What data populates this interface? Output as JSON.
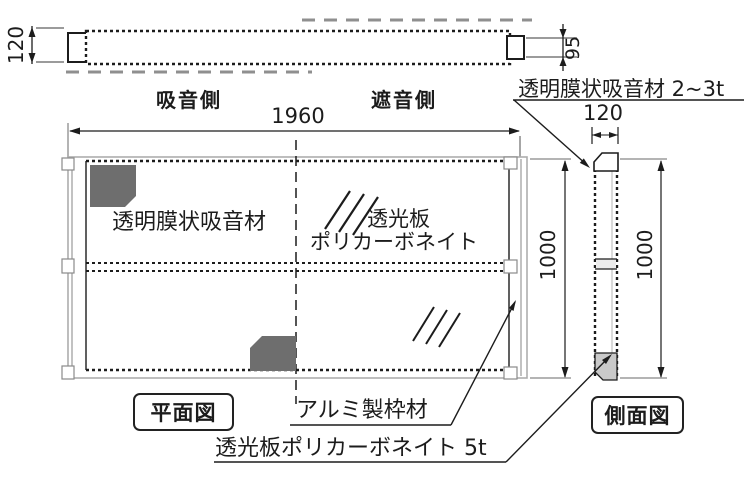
{
  "top_view": {
    "dim_left": "120",
    "dim_right": "95",
    "label_absorb_side": "吸音側",
    "label_insulate_side": "遮音側"
  },
  "plan_view": {
    "dim_width": "1960",
    "dim_height": "1000",
    "label_film": "透明膜状吸音材",
    "label_panel_line1": "透光板",
    "label_panel_line2": "ポリカーボネイト",
    "caption": "平面図"
  },
  "side_view": {
    "dim_top": "120",
    "dim_left": "1000",
    "dim_right": "1000",
    "caption": "側面図"
  },
  "callouts": {
    "film_note": "透明膜状吸音材 2~3t",
    "frame_note": "アルミ製枠材",
    "panel_note": "透光板ポリカーボネイト 5t"
  },
  "palette": {
    "line": "#1c1c1c",
    "gray_line": "#9b9b9b",
    "patch_gray": "#6e6e6e"
  }
}
